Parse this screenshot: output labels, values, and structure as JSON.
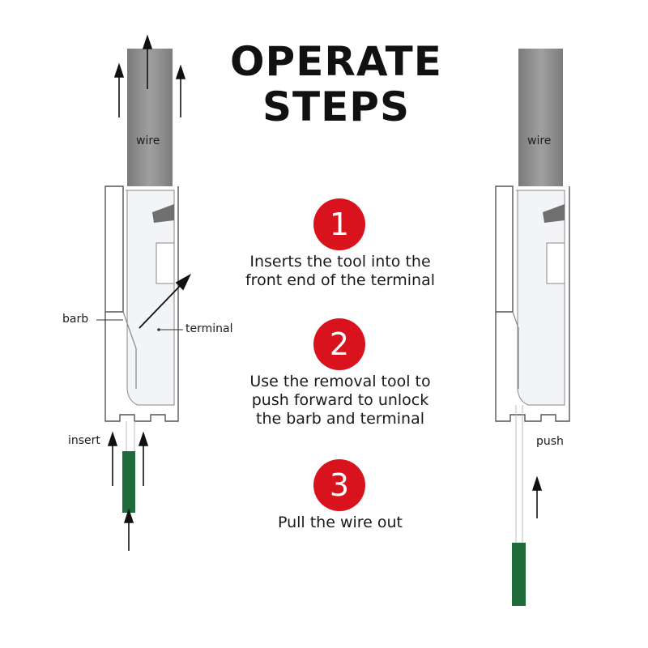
{
  "title": {
    "line1": "OPERATE",
    "line2": "STEPS"
  },
  "steps": [
    {
      "number": "1",
      "lines": [
        "Inserts the tool into the",
        "front end of the terminal"
      ]
    },
    {
      "number": "2",
      "lines": [
        "Use the removal tool to",
        "push forward to unlock",
        "the barb and terminal"
      ]
    },
    {
      "number": "3",
      "lines": [
        "Pull the wire out"
      ]
    }
  ],
  "left_diagram": {
    "wire_label": "wire",
    "barb_label": "barb",
    "terminal_label": "terminal",
    "insert_label": "insert"
  },
  "right_diagram": {
    "wire_label": "wire",
    "push_label": "push"
  },
  "colors": {
    "step_red": "#d9131d",
    "wire_gray": "#8c8c8c",
    "tool_green": "#1f6b3a"
  }
}
